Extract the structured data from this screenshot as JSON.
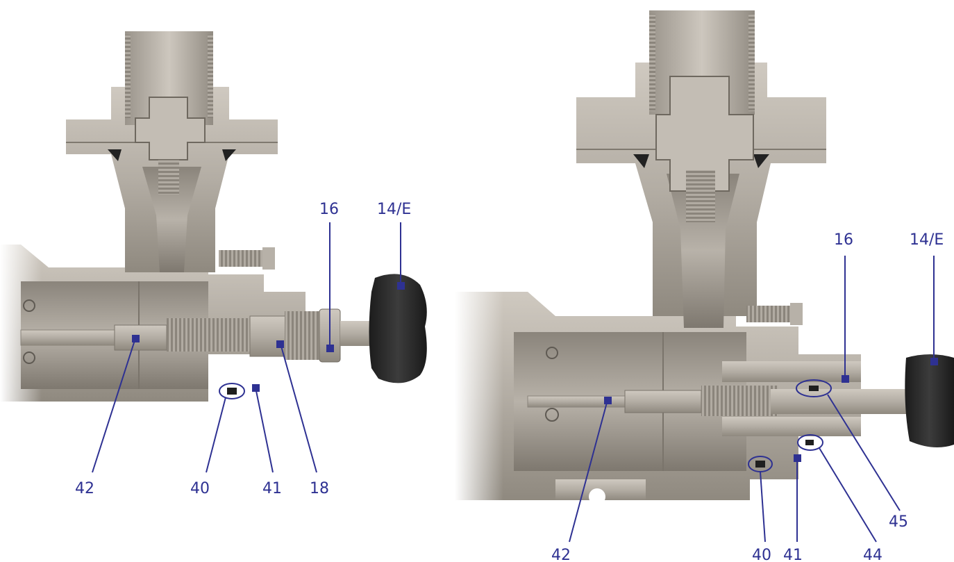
{
  "colors": {
    "label": "#2e3192",
    "metal_light": "#bcb6ad",
    "metal_mid": "#a39d94",
    "metal_dark": "#6f6961",
    "knob": "#2a2a2a"
  },
  "diagrams": [
    {
      "id": "left",
      "labels": {
        "l16": "16",
        "l14e": "14/E",
        "l42": "42",
        "l40": "40",
        "l41": "41",
        "l18": "18"
      }
    },
    {
      "id": "right",
      "labels": {
        "l16": "16",
        "l14e": "14/E",
        "l42": "42",
        "l40": "40",
        "l41": "41",
        "l44": "44",
        "l45": "45"
      }
    }
  ]
}
